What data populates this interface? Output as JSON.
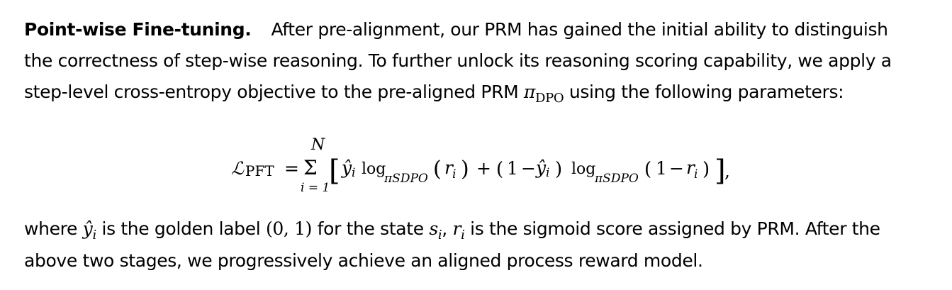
{
  "paragraph1": {
    "heading": "Point-wise Fine-tuning.",
    "line1": "After pre-alignment, our PRM has gained the initial ability to distinguish",
    "line2": "the correctness of step-wise reasoning. To further unlock its reasoning scoring capability, we apply a",
    "line3_before": "step-level cross-entropy objective to the pre-aligned PRM",
    "pi_symbol": "π",
    "pi_subscript": "DPO",
    "line3_after": "using the following parameters:"
  },
  "equation": {
    "lhs_symbol": "ℒ",
    "lhs_subscript": "PFT",
    "equals": "=",
    "sum_symbol": "Σ",
    "sum_upper": "N",
    "sum_lower": "i = 1",
    "bracket_open": "[",
    "bracket_close": "]",
    "yhat": "ŷ",
    "index_i": "i",
    "log": "log",
    "log_base": "πSDPO",
    "paren_open": "(",
    "paren_close": ")",
    "r": "r",
    "plus": "+",
    "one": "1",
    "minus": "−",
    "comma": ","
  },
  "paragraph2": {
    "line1_a": "where",
    "yhat": "ŷ",
    "yhat_sub": "i",
    "line1_b": "is the golden label",
    "label_set": "(0, 1)",
    "line1_c": "for the state",
    "s": "s",
    "s_sub": "i",
    "sep": ",",
    "r": "r",
    "r_sub": "i",
    "line1_d": "is the sigmoid score assigned by PRM. After the",
    "line2": "above two stages, we progressively achieve an aligned process reward model."
  }
}
